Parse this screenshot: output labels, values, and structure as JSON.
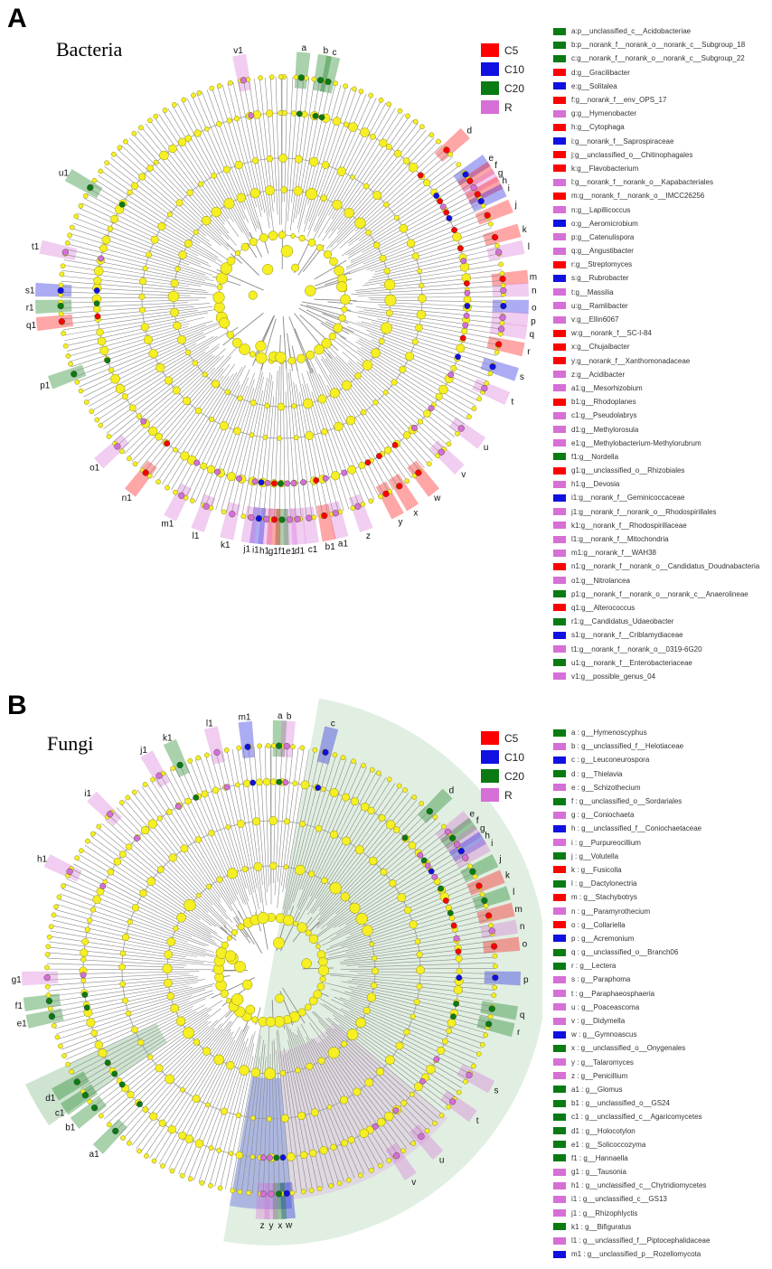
{
  "groups": [
    {
      "name": "C5",
      "color": "#ff0000"
    },
    {
      "name": "C10",
      "color": "#1010e0"
    },
    {
      "name": "C20",
      "color": "#0a7a12"
    },
    {
      "name": "R",
      "color": "#d66fd6"
    }
  ],
  "panels": {
    "A": {
      "letter": "A",
      "kingdom": "Bacteria",
      "taxa": [
        {
          "id": "a",
          "name": "a:p__unclassified_c__Acidobacteriae",
          "group": "C20"
        },
        {
          "id": "b",
          "name": "b:p__norank_f__norank_o__norank_c__Subgroup_18",
          "group": "C20"
        },
        {
          "id": "c",
          "name": "c:g__norank_f__norank_o__norank_c__Subgroup_22",
          "group": "C20"
        },
        {
          "id": "d",
          "name": "d:g__Gracilibacter",
          "group": "C5"
        },
        {
          "id": "e",
          "name": "e:g__Solitalea",
          "group": "C10"
        },
        {
          "id": "f",
          "name": "f:g__norank_f__env_OPS_17",
          "group": "C5"
        },
        {
          "id": "g",
          "name": "g:g__Hymenobacter",
          "group": "R"
        },
        {
          "id": "h",
          "name": "h:g__Cytophaga",
          "group": "C5"
        },
        {
          "id": "i",
          "name": "i:g__norank_f__Saprospiraceae",
          "group": "C10"
        },
        {
          "id": "j",
          "name": "j:g__unclassified_o__Chitinophagales",
          "group": "C5"
        },
        {
          "id": "k",
          "name": "k:g__Flavobacterium",
          "group": "C5"
        },
        {
          "id": "l",
          "name": "l:g__norank_f__norank_o__Kapabacteriales",
          "group": "R"
        },
        {
          "id": "m",
          "name": "m:g__norank_f__norank_o__IMCC26256",
          "group": "C5"
        },
        {
          "id": "n",
          "name": "n:g__Lapillicoccus",
          "group": "R"
        },
        {
          "id": "o",
          "name": "o:g__Aeromicrobium",
          "group": "C10"
        },
        {
          "id": "p",
          "name": "p:g__Catenulispora",
          "group": "R"
        },
        {
          "id": "q",
          "name": "q:g__Angustibacter",
          "group": "R"
        },
        {
          "id": "r",
          "name": "r:g__Streptomyces",
          "group": "C5"
        },
        {
          "id": "s",
          "name": "s:g__Rubrobacter",
          "group": "C10"
        },
        {
          "id": "t",
          "name": "t:g__Massilia",
          "group": "R"
        },
        {
          "id": "u",
          "name": "u:g__Ramlibacter",
          "group": "R"
        },
        {
          "id": "v",
          "name": "v:g__Ellin6067",
          "group": "R"
        },
        {
          "id": "w",
          "name": "w:g__norank_f__SC-I-84",
          "group": "C5"
        },
        {
          "id": "x",
          "name": "x:g__Chujaibacter",
          "group": "C5"
        },
        {
          "id": "y",
          "name": "y:g__norank_f__Xanthomonadaceae",
          "group": "C5"
        },
        {
          "id": "z",
          "name": "z:g__Acidibacter",
          "group": "R"
        },
        {
          "id": "a1",
          "name": "a1:g__Mesorhizobium",
          "group": "R"
        },
        {
          "id": "b1",
          "name": "b1:g__Rhodoplanes",
          "group": "C5"
        },
        {
          "id": "c1",
          "name": "c1:g__Pseudolabrys",
          "group": "R"
        },
        {
          "id": "d1",
          "name": "d1:g__Methylorosula",
          "group": "R"
        },
        {
          "id": "e1",
          "name": "e1:g__Methylobacterium-Methylorubrum",
          "group": "R"
        },
        {
          "id": "f1",
          "name": "f1:g__Nordella",
          "group": "C20"
        },
        {
          "id": "g1",
          "name": "g1:g__unclassified_o__Rhizobiales",
          "group": "C5"
        },
        {
          "id": "h1",
          "name": "h1:g__Devosia",
          "group": "R"
        },
        {
          "id": "i1",
          "name": "i1:g__norank_f__Geminicoccaceae",
          "group": "C10"
        },
        {
          "id": "j1",
          "name": "j1:g__norank_f__norank_o__Rhodospirillales",
          "group": "R"
        },
        {
          "id": "k1",
          "name": "k1:g__norank_f__Rhodospirillaceae",
          "group": "R"
        },
        {
          "id": "l1",
          "name": "l1:g__norank_f__Mitochondria",
          "group": "R"
        },
        {
          "id": "m1",
          "name": "m1:g__norank_f__WAH38",
          "group": "R"
        },
        {
          "id": "n1",
          "name": "n1:g__norank_f__norank_o__Candidatus_Doudnabacteria",
          "group": "C5"
        },
        {
          "id": "o1",
          "name": "o1:g__Nitrolancea",
          "group": "R"
        },
        {
          "id": "p1",
          "name": "p1:g__norank_f__norank_o__norank_c__Anaerolineae",
          "group": "C20"
        },
        {
          "id": "q1",
          "name": "q1:g__Alterococcus",
          "group": "C5"
        },
        {
          "id": "r1",
          "name": "r1:g__Candidatus_Udaeobacter",
          "group": "C20"
        },
        {
          "id": "s1",
          "name": "s1:g__norank_f__Criblamydiaceae",
          "group": "C10"
        },
        {
          "id": "t1",
          "name": "t1:g__norank_f__norank_o__0319-6G20",
          "group": "R"
        },
        {
          "id": "u1",
          "name": "u1:g__norank_f__Enterobacteriaceae",
          "group": "C20"
        },
        {
          "id": "v1",
          "name": "v1:g__possible_genus_04",
          "group": "R"
        }
      ]
    },
    "B": {
      "letter": "B",
      "kingdom": "Fungi",
      "taxa": [
        {
          "id": "a",
          "name": "a : g__Hymenoscyphus",
          "group": "C20"
        },
        {
          "id": "b",
          "name": "b : g__unclassified_f__Helotiaceae",
          "group": "R"
        },
        {
          "id": "c",
          "name": "c : g__Leuconeurospora",
          "group": "C10"
        },
        {
          "id": "d",
          "name": "d : g__Thielavia",
          "group": "C20"
        },
        {
          "id": "e",
          "name": "e : g__Schizothecium",
          "group": "R"
        },
        {
          "id": "f",
          "name": "f : g__unclassified_o__Sordariales",
          "group": "C20"
        },
        {
          "id": "g",
          "name": "g : g__Coniochaeta",
          "group": "R"
        },
        {
          "id": "h",
          "name": "h : g__unclassified_f__Coniochaetaceae",
          "group": "C10"
        },
        {
          "id": "i",
          "name": "i : g__Purpureocillium",
          "group": "R"
        },
        {
          "id": "j",
          "name": "j : g__Volutella",
          "group": "C20"
        },
        {
          "id": "k",
          "name": "k : g__Fusicolla",
          "group": "C5"
        },
        {
          "id": "l",
          "name": "l : g__Dactylonectria",
          "group": "C20"
        },
        {
          "id": "m",
          "name": "m : g__Stachybotrys",
          "group": "C5"
        },
        {
          "id": "n",
          "name": "n : g__Paramyrothecium",
          "group": "R"
        },
        {
          "id": "o",
          "name": "o : g__Collariella",
          "group": "C5"
        },
        {
          "id": "p",
          "name": "p : g__Acremonium",
          "group": "C10"
        },
        {
          "id": "q",
          "name": "q : g__unclassified_o__Branch06",
          "group": "C20"
        },
        {
          "id": "r",
          "name": "r : g__Lectera",
          "group": "C20"
        },
        {
          "id": "s",
          "name": "s : g__Paraphoma",
          "group": "R"
        },
        {
          "id": "t",
          "name": "t : g__Paraphaeosphaeria",
          "group": "R"
        },
        {
          "id": "u",
          "name": "u : g__Poaceascoma",
          "group": "R"
        },
        {
          "id": "v",
          "name": "v : g__Didymella",
          "group": "R"
        },
        {
          "id": "w",
          "name": "w : g__Gymnoascus",
          "group": "C10"
        },
        {
          "id": "x",
          "name": "x : g__unclassified_o__Onygenales",
          "group": "C20"
        },
        {
          "id": "y",
          "name": "y : g__Talaromyces",
          "group": "R"
        },
        {
          "id": "z",
          "name": "z : g__Penicillium",
          "group": "R"
        },
        {
          "id": "a1",
          "name": "a1 : g__Glomus",
          "group": "C20"
        },
        {
          "id": "b1",
          "name": "b1 : g__unclassified_o__GS24",
          "group": "C20"
        },
        {
          "id": "c1",
          "name": "c1 : g__unclassified_c__Agaricomycetes",
          "group": "C20"
        },
        {
          "id": "d1",
          "name": "d1 : g__Holocotylon",
          "group": "C20"
        },
        {
          "id": "e1",
          "name": "e1 : g__Solicoccozyma",
          "group": "C20"
        },
        {
          "id": "f1",
          "name": "f1 : g__Hannaella",
          "group": "C20"
        },
        {
          "id": "g1",
          "name": "g1 : g__Tausonia",
          "group": "R"
        },
        {
          "id": "h1",
          "name": "h1 : g__unclassified_c__Chytridiomycetes",
          "group": "R"
        },
        {
          "id": "i1",
          "name": "i1 : g__unclassified_c__GS13",
          "group": "R"
        },
        {
          "id": "j1",
          "name": "j1 : g__Rhizophlyctis",
          "group": "R"
        },
        {
          "id": "k1",
          "name": "k1 : g__Bifiguratus",
          "group": "C20"
        },
        {
          "id": "l1",
          "name": "l1 : g__unclassified_f__Piptocephalidaceae",
          "group": "R"
        },
        {
          "id": "m1",
          "name": "m1 : g__unclassified_p__Rozellomycota",
          "group": "C10"
        }
      ]
    }
  }
}
